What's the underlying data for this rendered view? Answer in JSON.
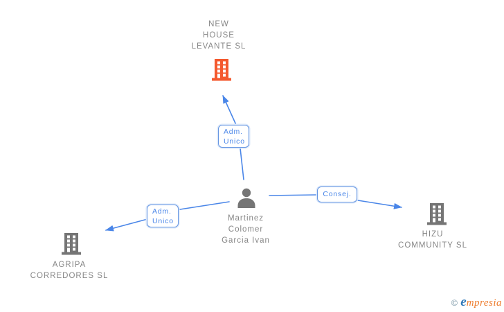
{
  "nodes": {
    "new_house": {
      "lines": [
        "NEW",
        "HOUSE",
        "LEVANTE SL"
      ],
      "type": "company",
      "highlighted": true
    },
    "agripa": {
      "lines": [
        "AGRIPA",
        "CORREDORES SL"
      ],
      "type": "company",
      "highlighted": false
    },
    "hizu": {
      "lines": [
        "HIZU",
        "COMMUNITY SL"
      ],
      "type": "company",
      "highlighted": false
    },
    "person": {
      "lines": [
        "Martinez",
        "Colomer",
        "Garcia Ivan"
      ],
      "type": "person"
    }
  },
  "edges": [
    {
      "from": "person",
      "to": "new_house",
      "label_lines": [
        "Adm.",
        "Unico"
      ]
    },
    {
      "from": "person",
      "to": "agripa",
      "label_lines": [
        "Adm.",
        "Unico"
      ]
    },
    {
      "from": "person",
      "to": "hizu",
      "label_lines": [
        "Consej."
      ]
    }
  ],
  "edge_labels": {
    "to_new_house": {
      "line1": "Adm.",
      "line2": "Unico"
    },
    "to_agripa": {
      "line1": "Adm.",
      "line2": "Unico"
    },
    "to_hizu": {
      "line1": "Consej."
    }
  },
  "watermark": {
    "copyright": "©",
    "brand_initial": "e",
    "brand_rest": "mpresia"
  },
  "colors": {
    "edge_blue": "#4a86e8",
    "box_border": "#6495e2",
    "company_orange": "#f4592e",
    "icon_gray": "#757575",
    "text_gray": "#878787",
    "watermark_blue": "#2e78b8",
    "watermark_orange": "#ee7d2e",
    "watermark_copyright": "#5b7f92"
  }
}
